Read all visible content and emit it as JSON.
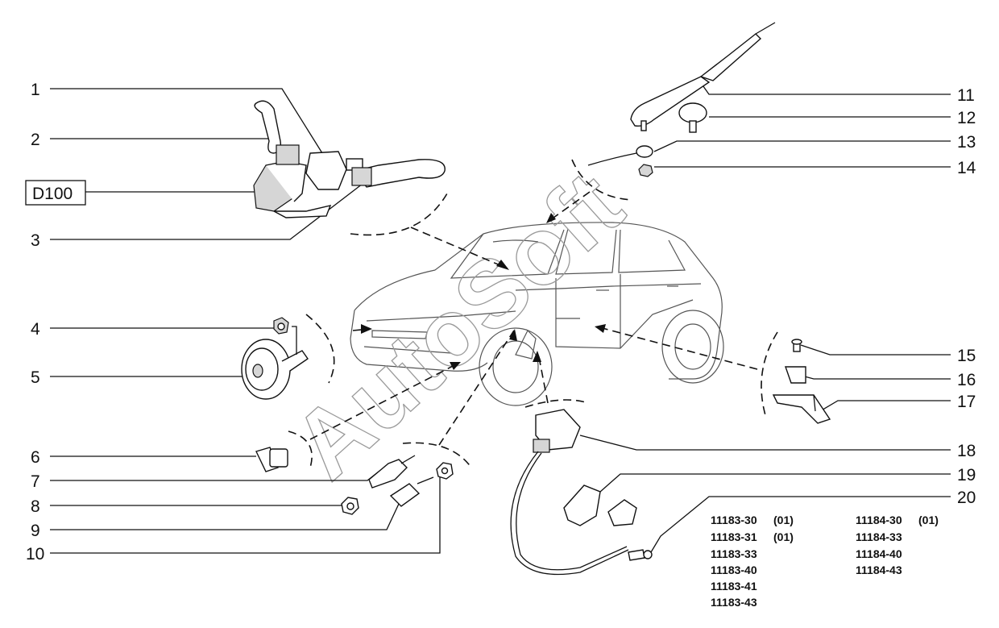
{
  "watermark": "AutoSoft",
  "callouts": {
    "c1": "1",
    "c2": "2",
    "c3": "3",
    "c4": "4",
    "c5": "5",
    "c6": "6",
    "c7": "7",
    "c8": "8",
    "c9": "9",
    "c10": "10",
    "c11": "11",
    "c12": "12",
    "c13": "13",
    "c14": "14",
    "c15": "15",
    "c16": "16",
    "c17": "17",
    "c18": "18",
    "c19": "19",
    "c20": "20",
    "d100": "D100"
  },
  "model_codes": {
    "left": [
      "11183-30",
      "11183-31",
      "11183-33",
      "11183-40",
      "11183-41",
      "11183-43"
    ],
    "left_suffix": [
      "(01)",
      "(01)"
    ],
    "right": [
      "11184-30",
      "11184-33",
      "11184-40",
      "11184-43"
    ],
    "right_suffix": [
      "(01)"
    ]
  }
}
